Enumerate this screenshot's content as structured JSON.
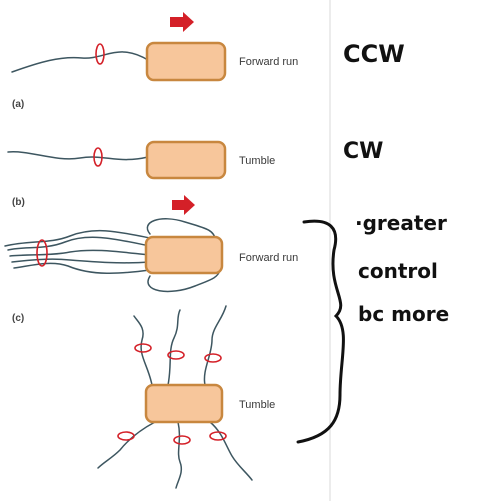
{
  "panels": {
    "a": {
      "letter": "(a)",
      "row_label": "Forward run"
    },
    "b": {
      "letter": "(b)",
      "row_label": "Tumble"
    },
    "c": {
      "letter": "(c)",
      "row_label_run": "Forward run",
      "row_label_tumble": "Tumble"
    }
  },
  "notes": {
    "ccw": "CCW",
    "cw": "CW",
    "greater_line1": "·greater",
    "greater_line2": "control",
    "greater_line3": "bc more"
  },
  "colors": {
    "cell_fill": "#f7c69b",
    "cell_stroke": "#c8873f",
    "rotation_arrow": "#d42028",
    "flagellum": "#3d5660",
    "divider": "#d8d8d8"
  },
  "icons": [
    "direction-arrow-icon",
    "rotation-arrow-icon",
    "bracket-icon"
  ]
}
